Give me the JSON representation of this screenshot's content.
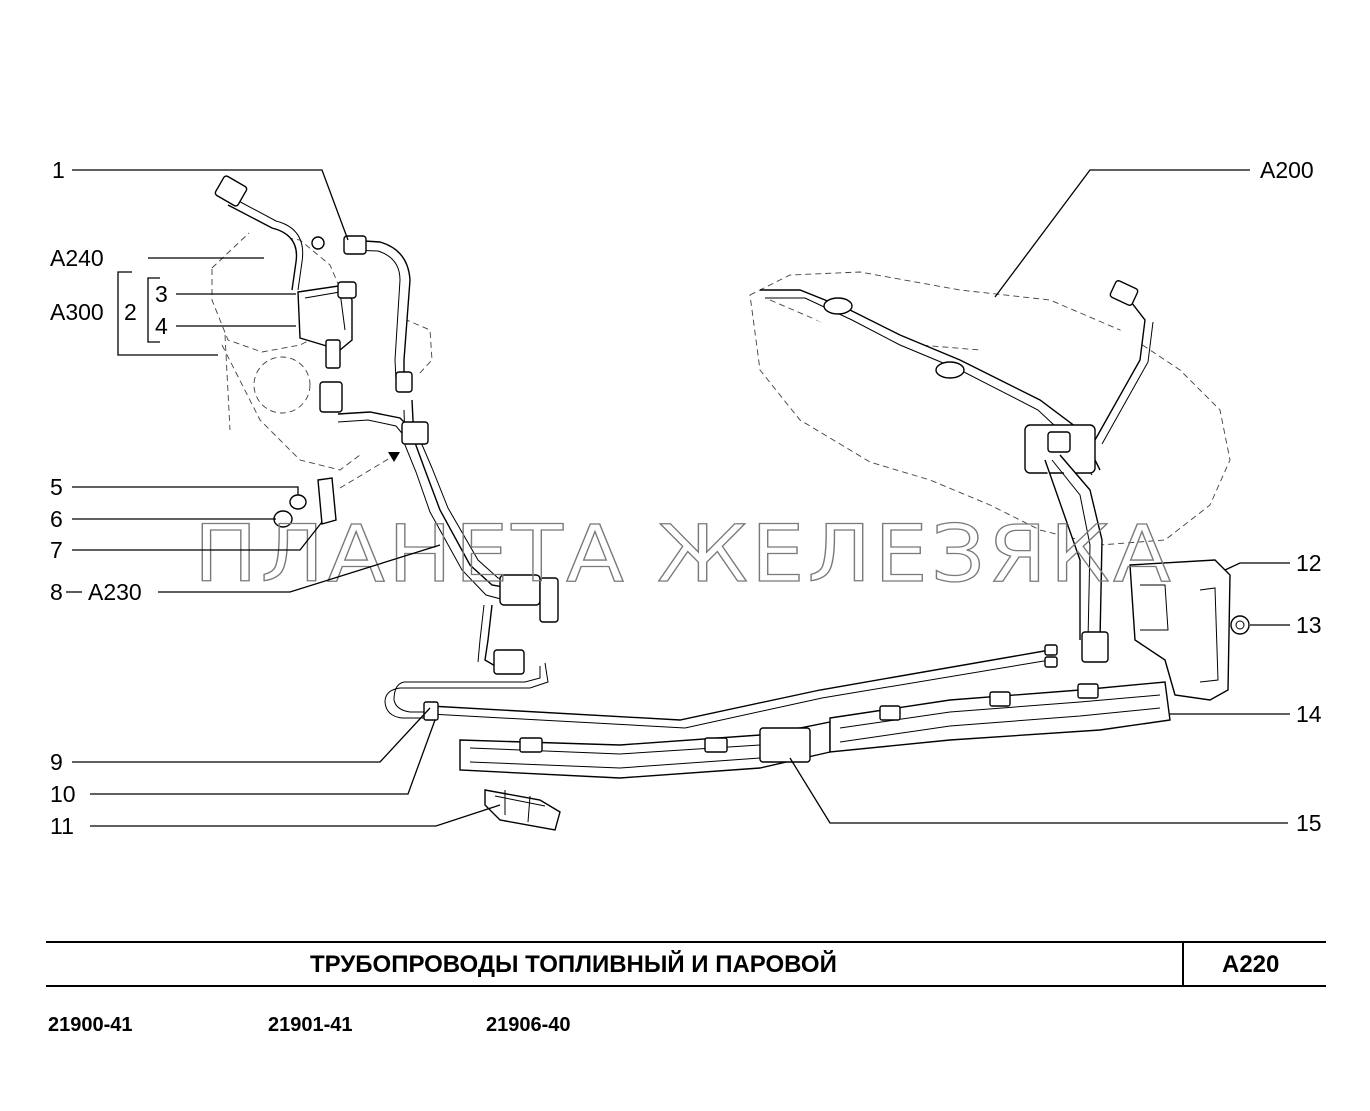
{
  "callouts": {
    "c1": "1",
    "c2": "2",
    "c3": "3",
    "c4": "4",
    "c5": "5",
    "c6": "6",
    "c7": "7",
    "c8": "8",
    "c9": "9",
    "c10": "10",
    "c11": "11",
    "c12": "12",
    "c13": "13",
    "c14": "14",
    "c15": "15",
    "a200": "A200",
    "a230": "A230",
    "a240": "A240",
    "a300": "A300"
  },
  "watermark": "ПЛАНЕТА ЖЕЛЕЗЯКА",
  "title_block": {
    "title": "ТРУБОПРОВОДЫ  ТОПЛИВНЫЙ  И  ПАРОВОЙ",
    "code": "A220"
  },
  "models": [
    "21900-41",
    "21901-41",
    "21906-40"
  ]
}
